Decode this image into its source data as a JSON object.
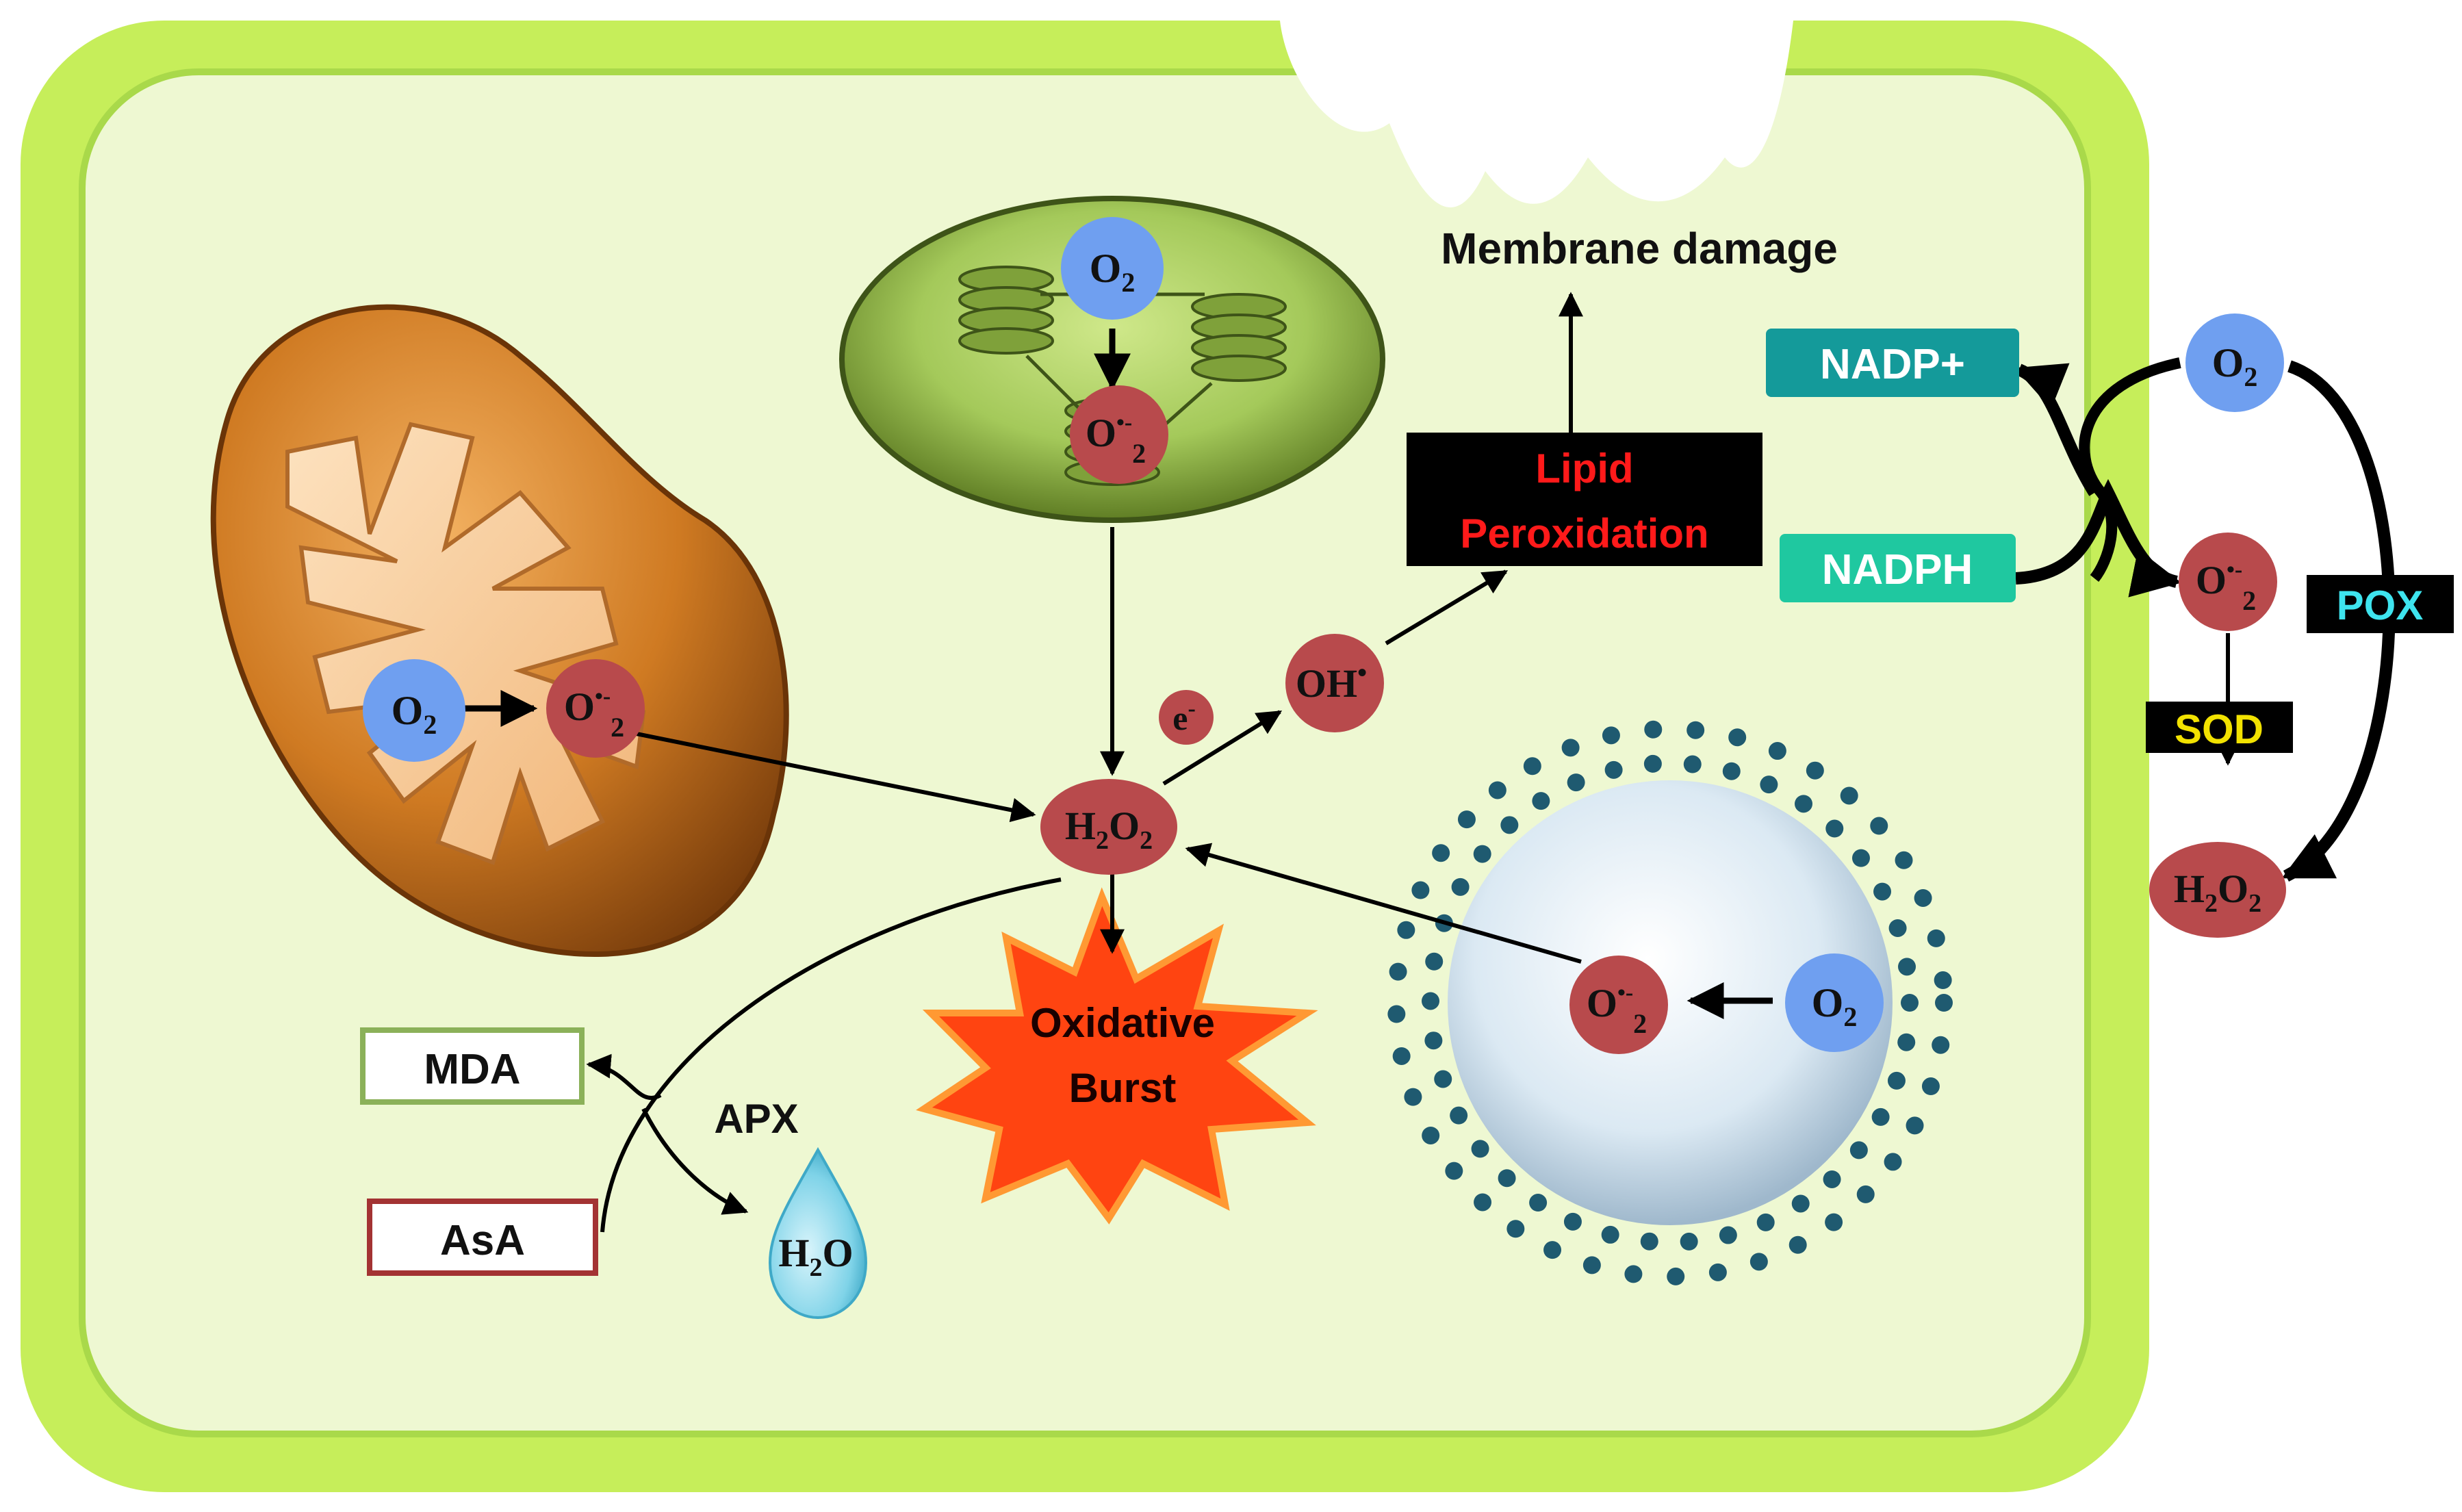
{
  "labels": {
    "membrane_damage": "Membrane damage",
    "lipid_line1": "Lipid",
    "lipid_line2": "Peroxidation",
    "nadp_plus": "NADP+",
    "nadph": "NADPH",
    "pox": "POX",
    "sod": "SOD",
    "mda": "MDA",
    "asa": "AsA",
    "apx": "APX",
    "burst_line1": "Oxidative",
    "burst_line2": "Burst"
  },
  "chem": {
    "o2": "O",
    "two": "2",
    "superoxide": "O",
    "superoxide_dot": "•-",
    "h": "H",
    "o": "O",
    "water": "H",
    "hydroxyl": "OH",
    "hydroxyl_dot": "•",
    "electron": "e",
    "electron_sup": "-"
  },
  "colors": {
    "cell_wall": "#c6ee5a",
    "cytoplasm": "#eef8d2",
    "oxygen_blue": "#6f9ff0",
    "radical_red": "#b84a4c",
    "lipid_box": "#000000",
    "lipid_text": "#ff1a1a",
    "nadp_plus_box": "#149a9a",
    "nadph_box": "#1fc8a0",
    "pox_text": "#3ee4ee",
    "sod_text": "#f2e200",
    "burst": "#ff4411",
    "mda_border": "#8bb159",
    "asa_border": "#a33333",
    "water_drop": "#7fd3e8"
  }
}
